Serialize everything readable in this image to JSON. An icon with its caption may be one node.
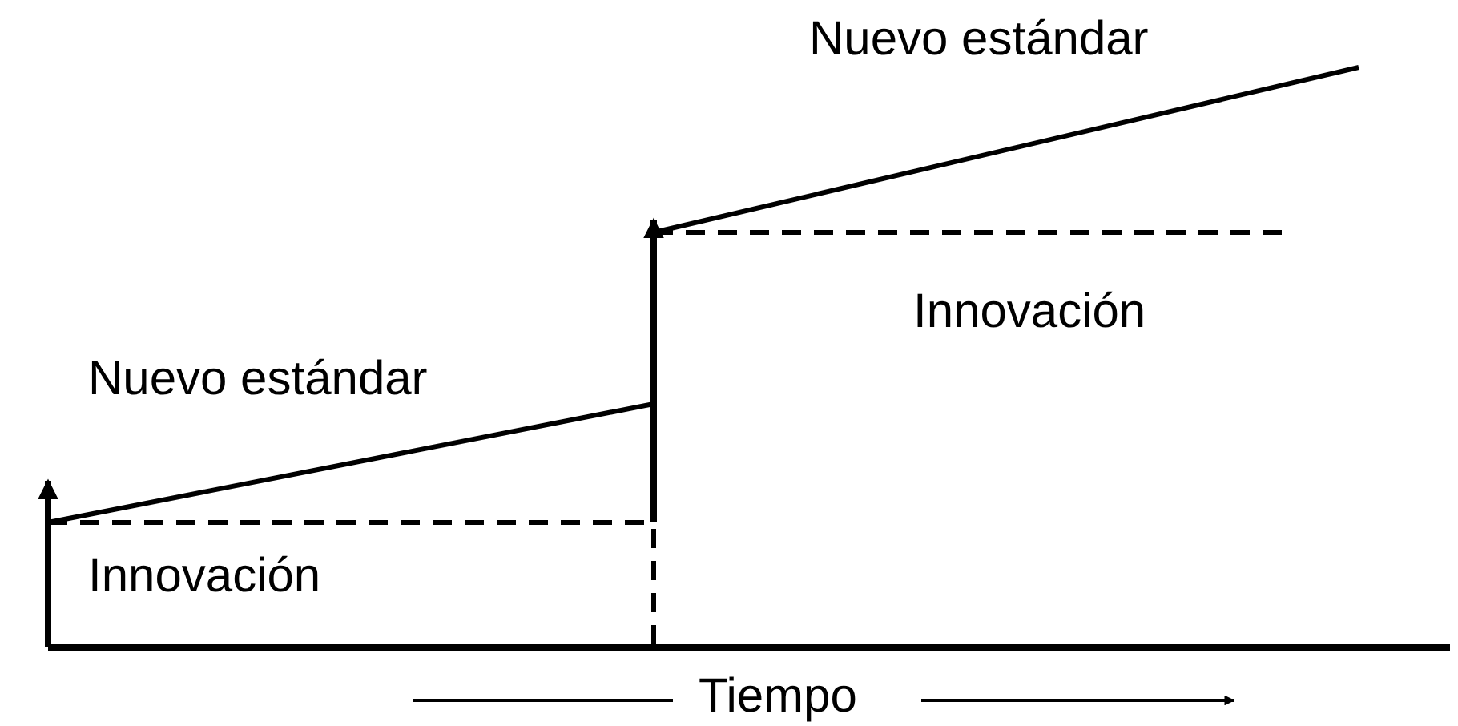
{
  "diagram": {
    "labels": [
      "Nuevo estándar",
      "Innovación",
      "Nuevo estándar",
      "Innovación",
      "Tiempo"
    ]
  }
}
